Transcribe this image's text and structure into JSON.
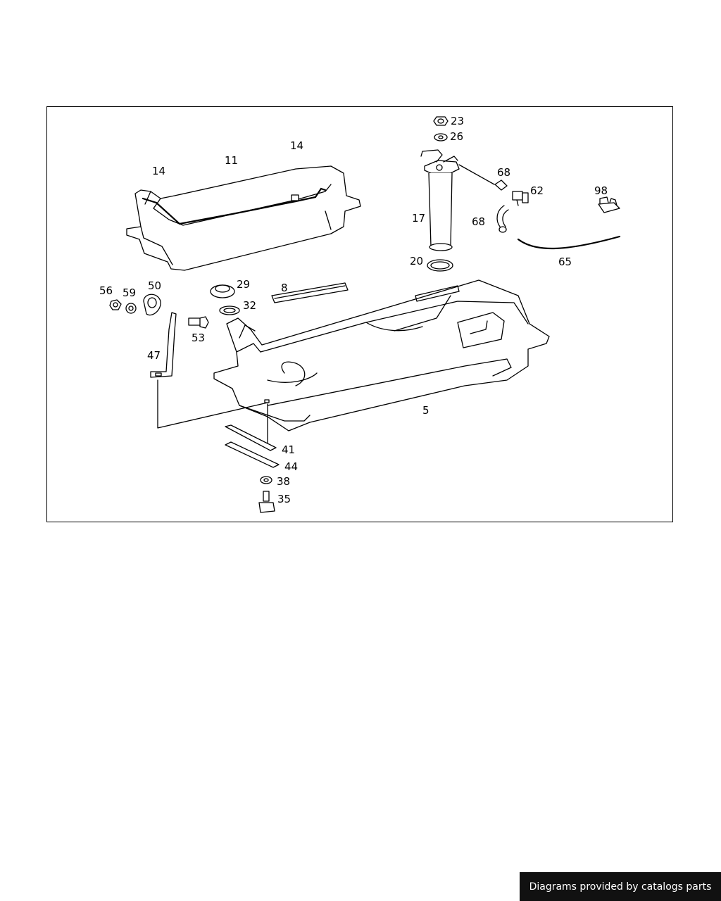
{
  "diagram": {
    "labels": {
      "p23": "23",
      "p26": "26",
      "p14a": "14",
      "p14b": "14",
      "p11": "11",
      "p68a": "68",
      "p68b": "68",
      "p62": "62",
      "p98": "98",
      "p17": "17",
      "p20": "20",
      "p65": "65",
      "p56": "56",
      "p59": "59",
      "p50": "50",
      "p29": "29",
      "p8": "8",
      "p32": "32",
      "p53": "53",
      "p47": "47",
      "p5": "5",
      "p41": "41",
      "p44": "44",
      "p38": "38",
      "p35": "35"
    }
  },
  "footer": {
    "credit": "Diagrams provided by catalogs parts"
  }
}
